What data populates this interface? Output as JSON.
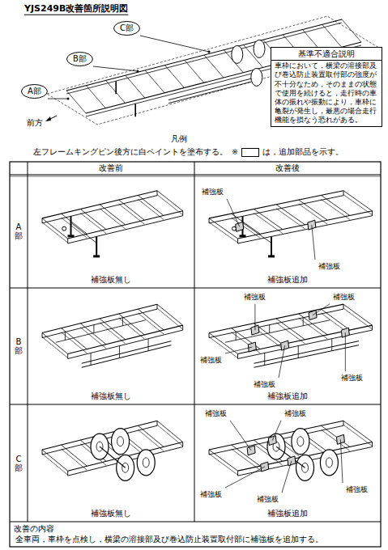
{
  "diagram": {
    "title": "YJS249B改善箇所説明図",
    "nodes": [
      {
        "text": [
          "C部"
        ]
      },
      {
        "text": [
          "B部"
        ]
      },
      {
        "text": [
          "A部"
        ]
      },
      {
        "text": [
          "基準不適合説明",
          "車枠において，横梁の溶接部及び巻込防止装置取付部の強度が不十分なため，そのままの状態で使用を続けると，走行時の車体の振れや振動により，車枠に亀裂が発生し，最悪の場合走行機能を損なう恐れがある。"
        ]
      }
    ],
    "labels": [
      "前方",
      "凡例",
      "左フレームキングピン後方に白ペイントを塗布する。",
      "※",
      "改善前",
      "改善後",
      "A部",
      "B部",
      "C部",
      "補強板無し",
      "補強板追加",
      "補強板",
      "補強板",
      "補強板無し",
      "補強板追加",
      "補強板",
      "補強板",
      "補強板",
      "補強板",
      "補強板",
      "補強板無し",
      "補強板追加",
      "補強板",
      "補強板",
      "補強板",
      "補強板",
      "補強板",
      "改善の内容",
      "全車両，車枠を点検し，横梁の溶接部及び巻込防止装置取付部に補強板を追加する。"
    ],
    "legend": [
      {
        "text": "は，追加部品を示す。",
        "color": "#ffffff"
      }
    ]
  }
}
